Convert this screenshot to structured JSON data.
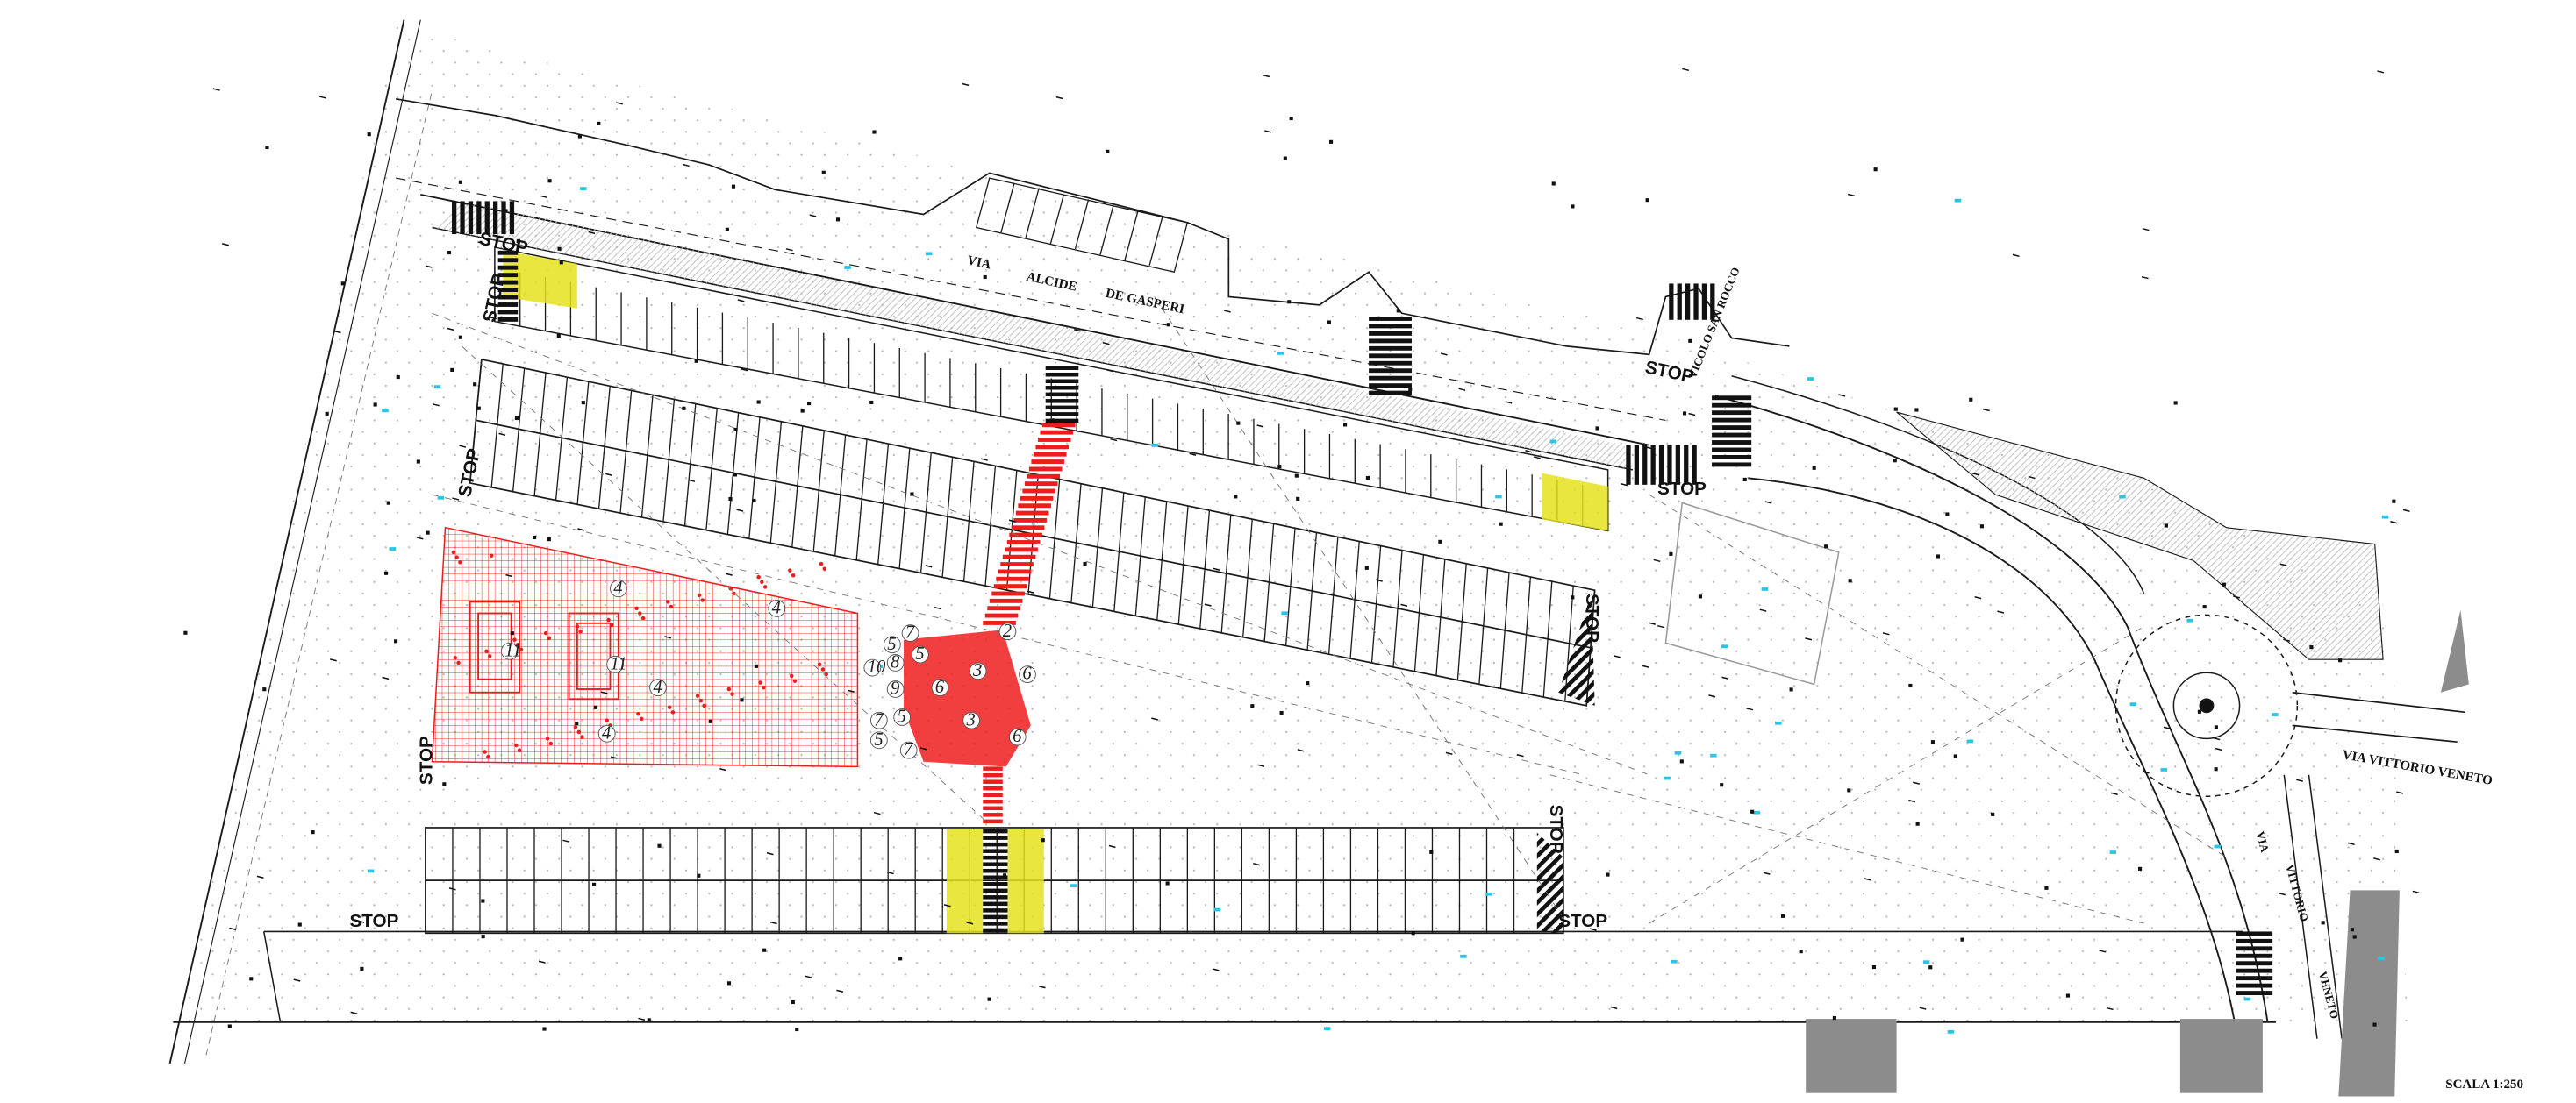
{
  "streets": {
    "via": "VIA",
    "alcide": "ALCIDE",
    "de_gasperi": "DE GASPERI",
    "vicolo": "VICOLO SAN ROCCO",
    "via_vittorio_veneto": "VIA VITTORIO VENETO",
    "side_via": "VIA",
    "side_vittorio": "VITTORIO",
    "side_veneto": "VENETO"
  },
  "stop_label": "STOP",
  "scale_label": "SCALA 1:250",
  "area_numbers": [
    "4",
    "4",
    "4",
    "4",
    "11",
    "11",
    "10",
    "9",
    "8",
    "7",
    "7",
    "7",
    "6",
    "6",
    "6",
    "5",
    "5",
    "5",
    "5",
    "3",
    "3",
    "2"
  ],
  "colors": {
    "line": "#1a1a1a",
    "red": "#ef1c1c",
    "red_light": "#f7b9b9",
    "yellow": "#e6e21f",
    "cyan": "#27c6e6",
    "grey_fill": "#8c8c8c",
    "hatch_grey": "#cfcfcf"
  }
}
